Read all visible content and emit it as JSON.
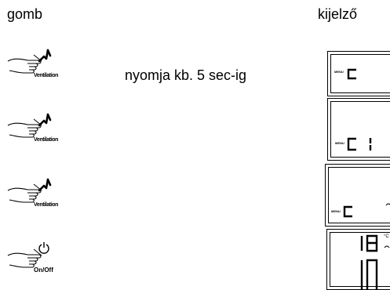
{
  "headers": {
    "button": "gomb",
    "display": "kijelző"
  },
  "note": "nyomja kb. 5 sec-ig",
  "steps": [
    {
      "button_label": "Ventilation",
      "button_icon": "fan-icon",
      "display_text": "MENU",
      "display_digits": "C"
    },
    {
      "button_label": "Ventilation",
      "button_icon": "fan-icon",
      "display_text": "MENU",
      "display_digits": "C 1"
    },
    {
      "button_label": "Ventilation",
      "button_icon": "fan-icon",
      "display_text": "MENU",
      "display_digits": "C"
    },
    {
      "button_label": "On/Off",
      "button_icon": "power-icon",
      "display_digits_top": "18",
      "display_digits_bottom": "10",
      "display_unit": "°C"
    }
  ]
}
